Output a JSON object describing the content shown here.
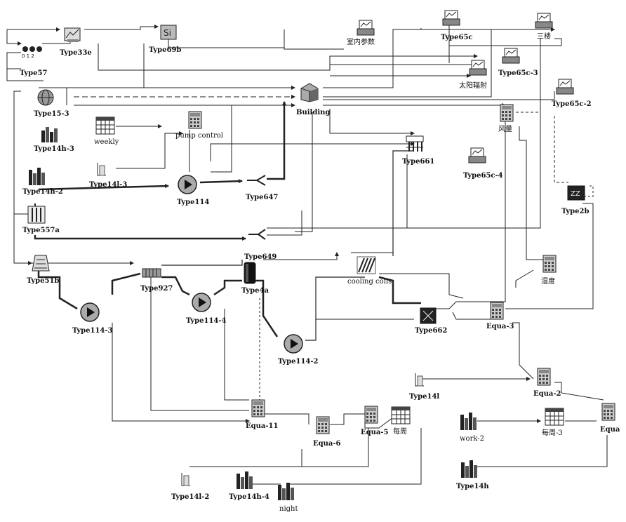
{
  "labels": {
    "type33e": "Type33e",
    "type69b": "Type69b",
    "type57": "Type57",
    "type15_3": "Type15-3",
    "type14h_3": "Type14h-3",
    "weekly": "weekly",
    "pump_control": "pump control",
    "type14i_3": "Type14l-3",
    "type14h_2": "Type14h-2",
    "type114": "Type114",
    "type647": "Type647",
    "type557a": "Type557a",
    "type51b": "Type51b",
    "type114_3": "Type114-3",
    "type927": "Type927",
    "type114_4": "Type114-4",
    "type649": "Type649",
    "type4a": "Type4a",
    "type114_2": "Type114-2",
    "equa_11": "Equa-11",
    "equa_6": "Equa-6",
    "equa_5": "Equa-5",
    "meizhou": "每周",
    "type14i_2": "Type14l-2",
    "type14h_4": "Type14h-4",
    "night": "night",
    "building": "Building",
    "shinei": "室内参数",
    "type65c": "Type65c",
    "sanlou": "三楼",
    "type65c_3": "Type65c-3",
    "taiyang": "太阳辐射",
    "type65c_2": "Type65c-2",
    "fengliang": "风量",
    "type661": "Type661",
    "type65c_4": "Type65c-4",
    "type2b": "Type2b",
    "cooling_coils": "cooling coils",
    "shidu": "湿度",
    "type662": "Type662",
    "equa_3": "Equa-3",
    "type14i": "Type14l",
    "equa_2": "Equa-2",
    "work_2": "work-2",
    "meizhou_3": "每周-3",
    "equa": "Equa",
    "type14h": "Type14h"
  },
  "icons": {
    "pump": "pump-icon",
    "calculator": "equation-calculator-icon",
    "printer": "online-plotter-icon",
    "schedule": "calendar-schedule-icon",
    "forcing": "forcing-function-icon",
    "bars": "time-dependent-bars-icon",
    "diverter": "flow-diverter-icon",
    "building": "building-icon",
    "weather": "weather-reader-icon",
    "tank": "storage-tank-icon",
    "chiller": "chiller-icon",
    "tower": "cooling-tower-icon",
    "coil": "cooling-coil-icon",
    "fan": "fan-icon",
    "hx": "heat-exchanger-icon",
    "controller": "controller-icon"
  },
  "colors": {
    "line": "#222222",
    "icon_dark": "#1a1a1a",
    "icon_mid": "#777777",
    "icon_light": "#d8d8d8"
  }
}
